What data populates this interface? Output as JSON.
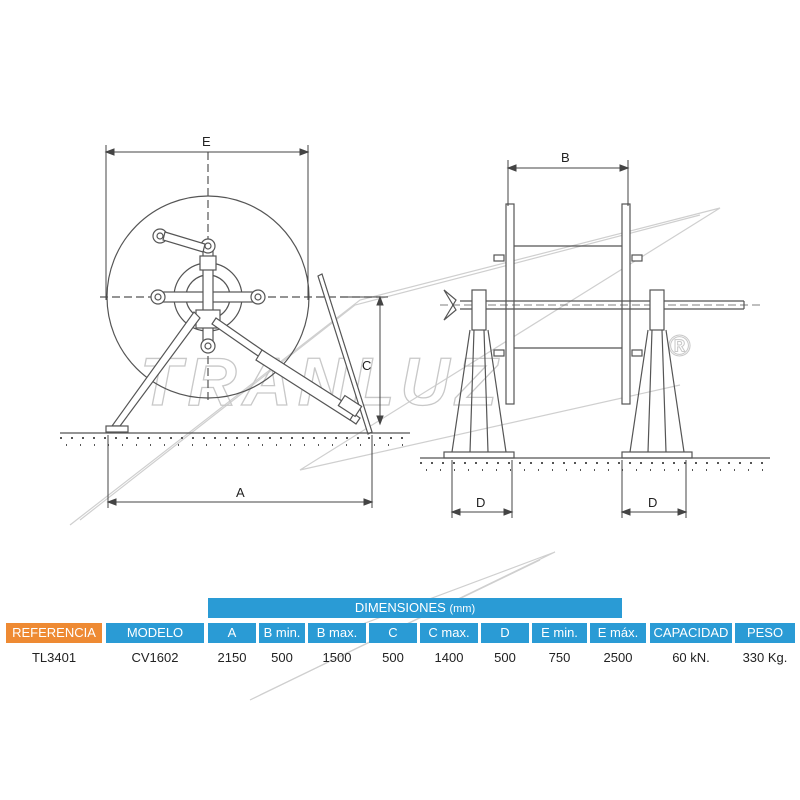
{
  "dimension_labels": {
    "e": "E",
    "b": "B",
    "c": "C",
    "a": "A",
    "d_left": "D",
    "d_right": "D"
  },
  "watermark": {
    "brand": "TRANLUZ",
    "registered": "®"
  },
  "table": {
    "group_header": "DIMENSIONES",
    "group_unit": "(mm)",
    "headers": {
      "referencia": "REFERENCIA",
      "modelo": "MODELO",
      "a": "A",
      "b_min": "B min.",
      "b_max": "B max.",
      "c": "C",
      "c_max": "C max.",
      "d": "D",
      "e_min": "E min.",
      "e_max": "E máx.",
      "capacidad": "CAPACIDAD",
      "peso": "PESO"
    },
    "values": {
      "referencia": "TL3401",
      "modelo": "CV1602",
      "a": "2150",
      "b_min": "500",
      "b_max": "1500",
      "c": "500",
      "c_max": "1400",
      "d": "500",
      "e_min": "750",
      "e_max": "2500",
      "capacidad": "60 kN.",
      "peso": "330 Kg."
    }
  },
  "colors": {
    "header_blue": "#2a9bd5",
    "header_orange": "#ee8a33",
    "line": "#555555"
  }
}
